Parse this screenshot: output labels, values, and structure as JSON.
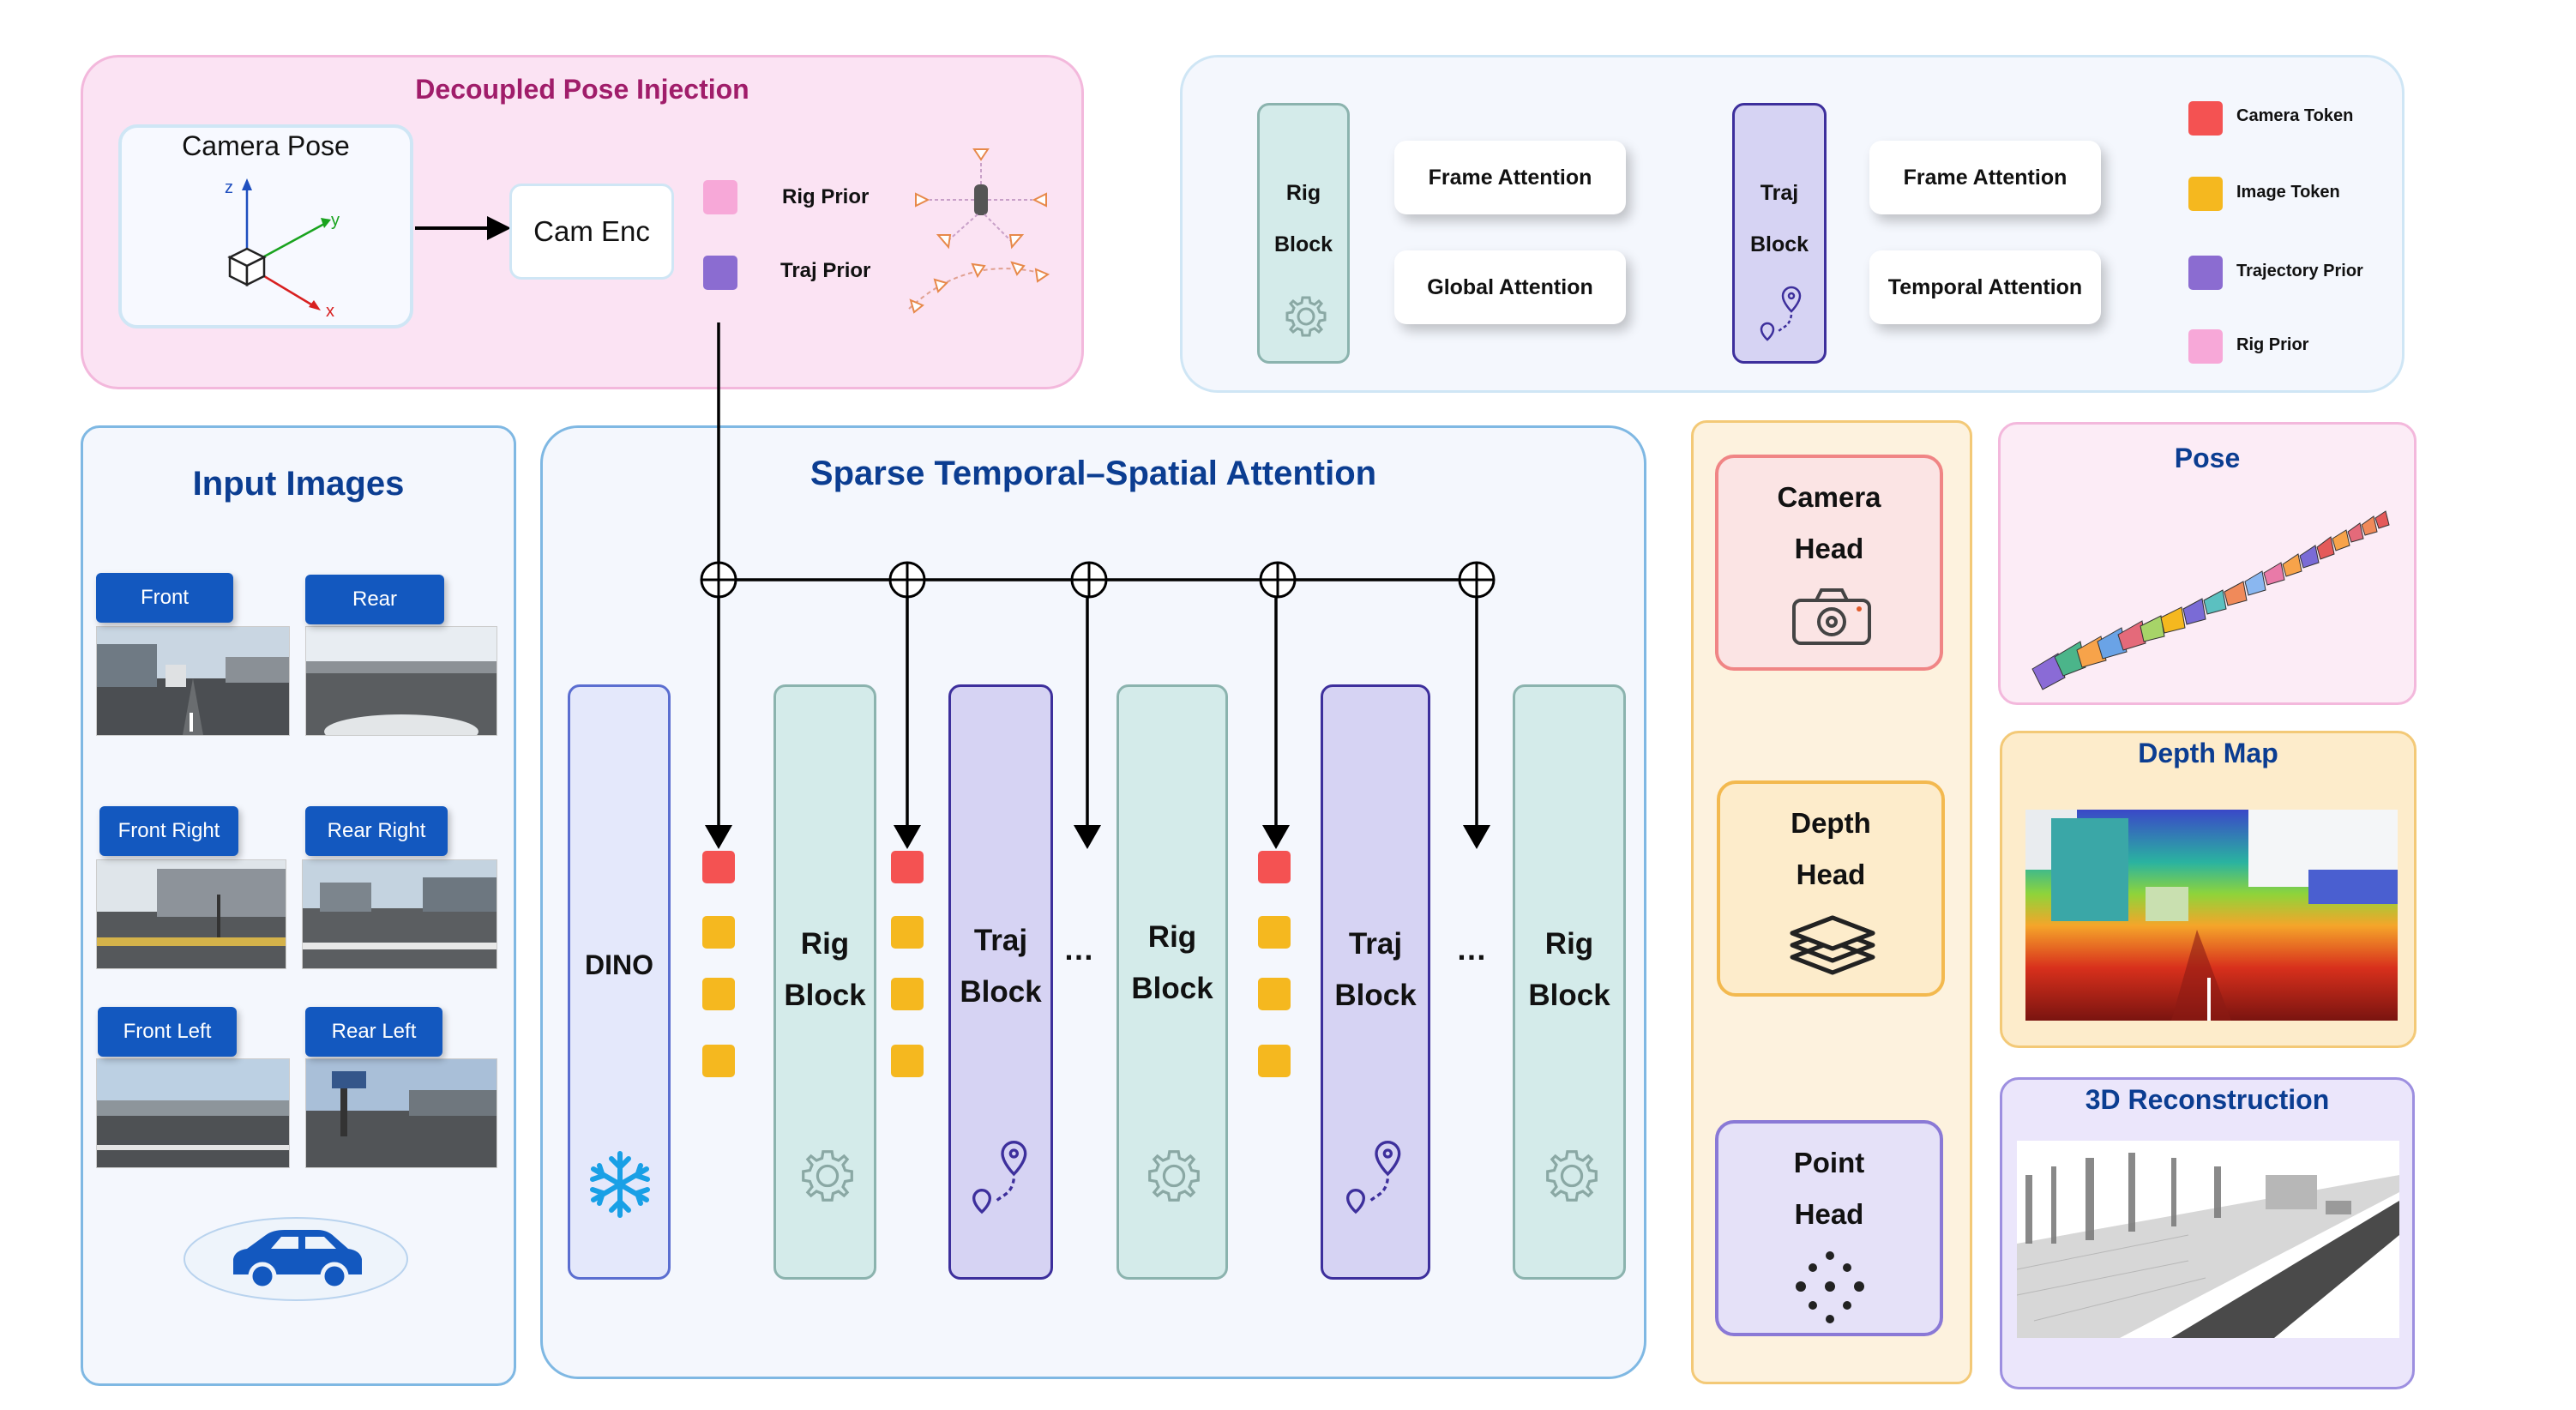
{
  "colors": {
    "camera_token": "#f45252",
    "image_token": "#f5b81f",
    "trajectory_prior": "#8b6cd1",
    "rig_prior": "#f7a8d8",
    "title_blue": "#0b3d91",
    "magenta_title": "#a01d6a"
  },
  "pose_injection": {
    "title": "Decoupled Pose Injection",
    "camera_pose_label": "Camera Pose",
    "axis_z": "z",
    "axis_y": "y",
    "axis_x": "x",
    "cam_enc_label": "Cam Enc",
    "rig_prior_label": "Rig Prior",
    "traj_prior_label": "Traj Prior"
  },
  "block_legend": {
    "rig_block": [
      "Rig",
      "Block"
    ],
    "rig_ops": [
      "Frame Attention",
      "Global Attention"
    ],
    "traj_block": [
      "Traj",
      "Block"
    ],
    "traj_ops": [
      "Frame Attention",
      "Temporal Attention"
    ]
  },
  "token_legend": [
    {
      "label": "Camera Token",
      "color": "#f45252"
    },
    {
      "label": "Image Token",
      "color": "#f5b81f"
    },
    {
      "label": "Trajectory Prior",
      "color": "#8b6cd1"
    },
    {
      "label": "Rig Prior",
      "color": "#f7a8d8"
    }
  ],
  "input_images": {
    "title": "Input Images",
    "views": [
      "Front",
      "Rear",
      "Front Right",
      "Rear Right",
      "Front Left",
      "Rear Left"
    ]
  },
  "sparse_attention": {
    "title": "Sparse Temporal–Spatial Attention",
    "dino_label": "DINO",
    "rig_label": [
      "Rig",
      "Block"
    ],
    "traj_label": [
      "Traj",
      "Block"
    ],
    "ellipsis": "…"
  },
  "heads": {
    "camera": [
      "Camera",
      "Head"
    ],
    "depth": [
      "Depth",
      "Head"
    ],
    "point": [
      "Point",
      "Head"
    ]
  },
  "outputs": {
    "pose": "Pose",
    "depth_map": "Depth Map",
    "reconstruction": "3D Reconstruction"
  }
}
